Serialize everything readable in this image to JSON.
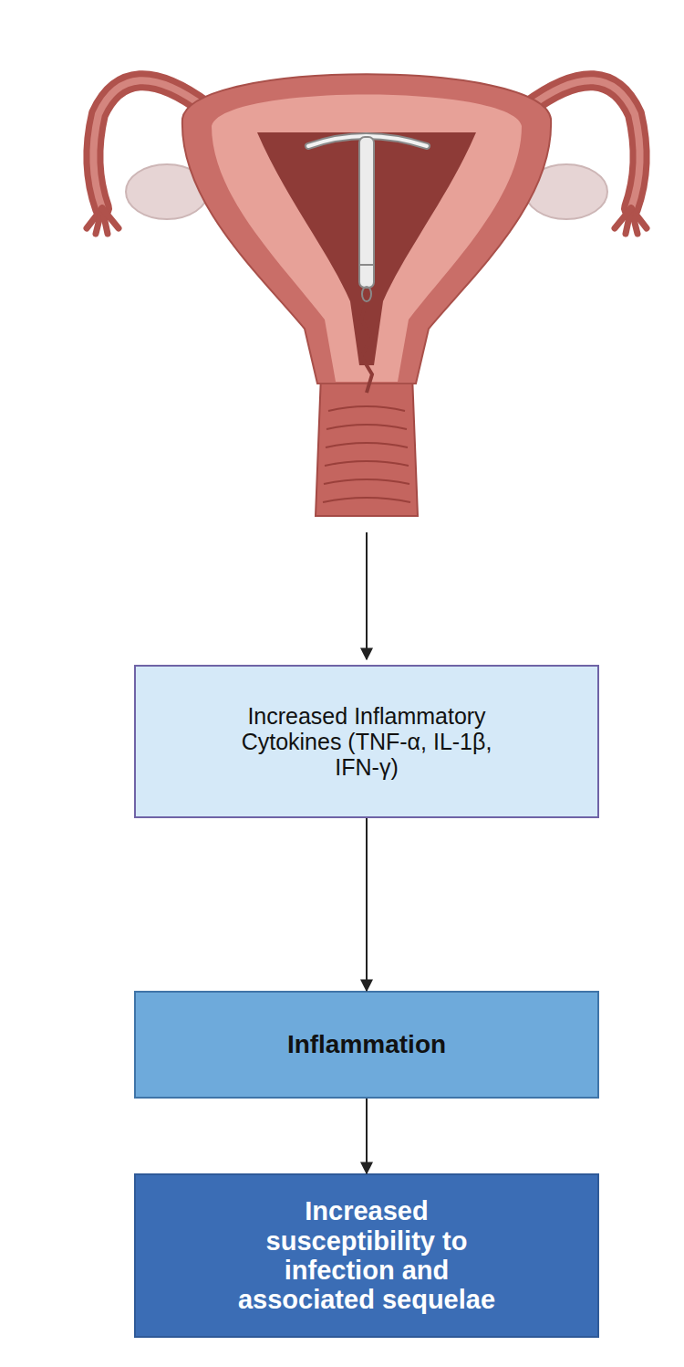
{
  "diagram": {
    "nodes": [
      {
        "text": [
          "Increased Inflammatory Cytokines (TNF-α, IL-1β, IFN-γ)"
        ]
      },
      {
        "text": [
          "Inflammation"
        ]
      },
      {
        "text": [
          "Increased susceptibility to infection and associated sequelae"
        ]
      }
    ],
    "edges": [
      {
        "from": 0,
        "to": 1,
        "arrow": "to"
      },
      {
        "from": 1,
        "to": 2,
        "arrow": "to"
      }
    ]
  }
}
